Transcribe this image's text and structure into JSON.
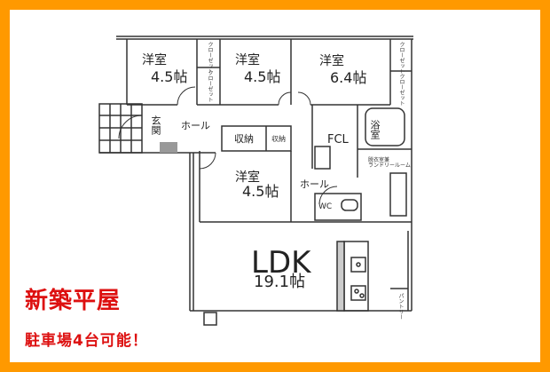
{
  "frame": {
    "border_color": "#ff9900",
    "background": "#ffffff"
  },
  "rooms": {
    "bedroom1": {
      "name": "洋室",
      "size": "4.5帖"
    },
    "bedroom2": {
      "name": "洋室",
      "size": "4.5帖"
    },
    "bedroom3": {
      "name": "洋室",
      "size": "6.4帖"
    },
    "bedroom4": {
      "name": "洋室",
      "size": "4.5帖"
    },
    "entrance": {
      "name": "玄関"
    },
    "hall1": {
      "name": "ホール"
    },
    "hall2": {
      "name": "ホール"
    },
    "storage1": {
      "name": "収納"
    },
    "storage2": {
      "name": "収納"
    },
    "fcl": {
      "name": "FCL"
    },
    "bath": {
      "name": "浴室"
    },
    "laundry": {
      "name": "脱衣室兼\nランドリールーム"
    },
    "wc": {
      "name": "WC"
    },
    "ldk": {
      "name": "LDK",
      "size": "19.1帖"
    },
    "closet_label": "クローゼット",
    "shelf_label": "パントリー"
  },
  "promo": {
    "headline": "新築平屋",
    "subline": "駐車場4台可能！",
    "color": "#dd1010"
  }
}
